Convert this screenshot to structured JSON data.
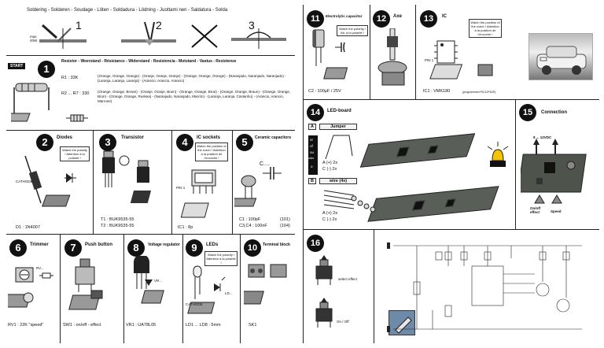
{
  "soldering": {
    "header": "Soldering - Solderen - Soudage - Löten - Soldadura - Lödning - Juottami nen - Saldatura - Solda",
    "iron": "max 40W",
    "steps": [
      "1",
      "2",
      "3"
    ]
  },
  "start_label": "START",
  "s1": {
    "num": "1",
    "title": "Resistor - Weerstand - Résistance - Widerstand - Resistencia - Motstand - Vastus - Resistenze",
    "r1": "R1 : 33K",
    "r1_colors": "(Orange, Orange, Orange) - (Oranje, Oranje, Oranje) - (Orange, Orange, Orange) - (Naranjado, Naranjado, Naranjado) - (Laranja, Laranja, Laranja) - (Arancio, Arancio, Arancio)",
    "r2": "R2 ... R7 : 330",
    "r2_colors": "(Orange, Orange, Brown) - (Oranje, Oranje, Bruin) - (Orange, Orange, Brun) - (Orange, Orange, Braun) - (Orange, Orange, Brun) - (Orange, Orange, Ruskea) - (Naranjado, Naranjado, Marrón) - (Laranja, Laranja, Castanho) - (Arancio, Arancio, Marrone)"
  },
  "s2": {
    "num": "2",
    "title": "Diodes",
    "callout": "Watch the polarity ! Attention à la polarité !",
    "cathode": "CATHODE",
    "part": "D1 : 1N4007"
  },
  "s3": {
    "num": "3",
    "title": "Transistor",
    "t1": "T1 : BUK9535-55",
    "t2": "T2 : BUK9535-55"
  },
  "s4": {
    "num": "4",
    "title": "IC sockets",
    "callout": "Watch the position of the notch ! Attention à la position de l'encoche !",
    "pin": "PIN 1",
    "part": "IC1 : 8p"
  },
  "s5": {
    "num": "5",
    "title": "Ceramic capacitors",
    "label": "C....",
    "c1": "C1         : 100pF",
    "c1_code": "(101)",
    "c3": "C3,C4 : 100nF",
    "c3_code": "(104)"
  },
  "s6": {
    "num": "6",
    "title": "Trimmer",
    "label": "RV...",
    "part": "RV1 : 22K \"speed\""
  },
  "s7": {
    "num": "7",
    "title": "Push button",
    "part": "SW1 : on/off  - effect"
  },
  "s8": {
    "num": "8",
    "title": "Voltage regulator",
    "label": "VR...",
    "part": "VR1 : UA78L05"
  },
  "s9": {
    "num": "9",
    "title": "LEDs",
    "callout": "Watch the polarity ! Attention à la polarité !",
    "cathode": "CATHODE",
    "label": "LD...",
    "part": "LD1 ... LD8 : 5mm"
  },
  "s10": {
    "num": "10",
    "title": "Terminal block",
    "part": "SK1"
  },
  "s11": {
    "num": "11",
    "title": "Electrolytic capacitor",
    "callout": "Watch the polarity ! Att. à la polarité !",
    "part": "C2 : 100µF / 25V"
  },
  "s12": {
    "num": "12",
    "title": "Axe"
  },
  "s13": {
    "num": "13",
    "title": "IC",
    "callout": "Watch the position of the notch ! Attention à la position de l'encoche !",
    "pin": "PIN 1",
    "part": "IC1 : VMK180",
    "part_note": "(programmed PIC12F629)"
  },
  "s14": {
    "num": "14",
    "title": "LED-board",
    "a_label": "A",
    "jumper": "Jumper",
    "vertical_words": [
      "or",
      "of",
      "ou",
      "oder",
      "o"
    ],
    "a_plus": "A (+)  2x",
    "c_minus": "C (-)  2x",
    "b_label": "B",
    "wire": "wire (4x)",
    "a_plus2": "A (+)  2x",
    "c_minus2": "C (-)  2x"
  },
  "s15": {
    "num": "15",
    "title": "Connection",
    "voltage": "9 ... 12VDC",
    "onoff": "On/off effect",
    "speed": "Speed"
  },
  "s16": {
    "num": "16",
    "select": "select effect",
    "onoff": "On / Off"
  },
  "icons": {
    "step": "check-icon",
    "led_warning": "beacon-icon",
    "wrench": "wrench-icon"
  },
  "colors": {
    "number_bg": "#111111",
    "pcb": "#5a5e58",
    "chip": "#111111"
  }
}
